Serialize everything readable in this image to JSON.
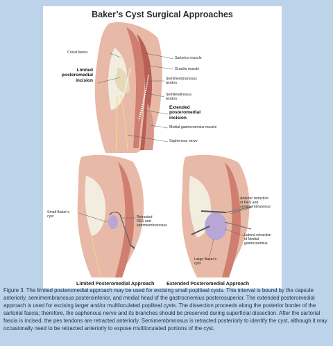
{
  "figure": {
    "title": "Baker’s Cyst Surgical Approaches",
    "top_labels": {
      "crural_fascia": "Crural fascia",
      "limited_incision": "Limited\nposteromedial\nincision",
      "sartorius": "Sartorius muscle",
      "gracilis": "Gracilis muscle",
      "semimembranosus": "Semimembranosus\ntendon",
      "semitendinosus": "Semitendinosus\ntendon",
      "extended_incision": "Extended\nposteromedial\nincision",
      "medial_gastrocnemius": "Medial gastrocnemius muscle",
      "saphenous_nerve": "Saphenous nerve"
    },
    "left_labels": {
      "small_cyst": "Small Baker’s\ncyst",
      "retracted_pes": "Retracted\nPES and\nsemimembranosus"
    },
    "right_labels": {
      "anterior_retraction": "Anterior retraction\nof PES and\nsemimembranosus",
      "lateral_retraction": "Lateral retraction\nof Medial gastrocnemius",
      "large_cyst": "Large Baker’s\ncyst"
    },
    "captions": {
      "limited": "Limited Posteromedial Approach",
      "extended": "Extended Posteromedial Approach"
    }
  },
  "caption_text": "Figure 3. The limited posteromedial approach may be used for excising small popliteal cysts. This interval is bound by the capsule anteriorly, semimembranosus posteroinferior, and medial head of the gastrocnemius posterosuperior. The extended posteromedial approach is used for excising larger and/or multiloculated popliteal cysts. The dissection proceeds along the posterior border of the sartorial fascia; therefore, the saphenous nerve and its branches should be preserved during superficial dissection. After the sartorial fascia is incised, the pes tendons are retracted anteriorly. Semimembranosus is retracted posteriorly to identify the cyst, although it may occasionally need to be retracted anteriorly to expose multiloculated portions of the cyst."
}
